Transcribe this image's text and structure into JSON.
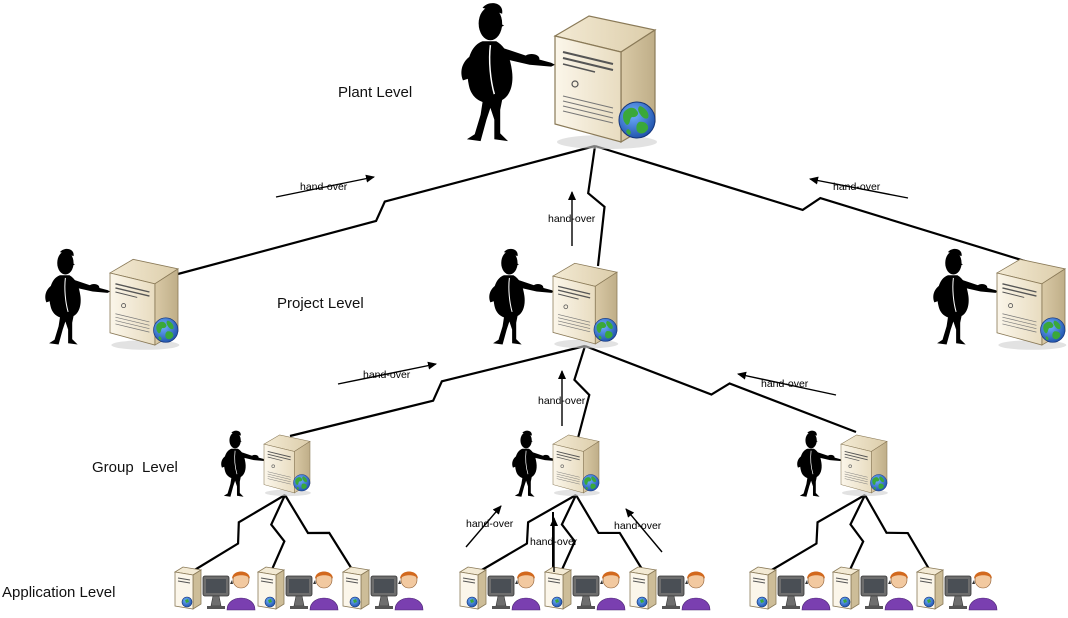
{
  "levels": {
    "plant": "Plant Level",
    "project": "Project Level",
    "group": "Group  Level",
    "application": "Application Level"
  },
  "handover_label": "hand-over",
  "icons": {
    "server": "server-icon",
    "globe": "globe-icon",
    "person": "person-pointing-icon",
    "workstation": "workstation-icon",
    "user": "user-headset-icon"
  },
  "colors": {
    "server_body": "#e9dcc0",
    "server_front": "#f6efde",
    "globe_water": "#2c6fd0",
    "globe_land": "#3aa83a",
    "user_shirt": "#7a3fb0",
    "user_hair": "#d2691e",
    "monitor": "#6e6e6e",
    "line": "#000000"
  }
}
